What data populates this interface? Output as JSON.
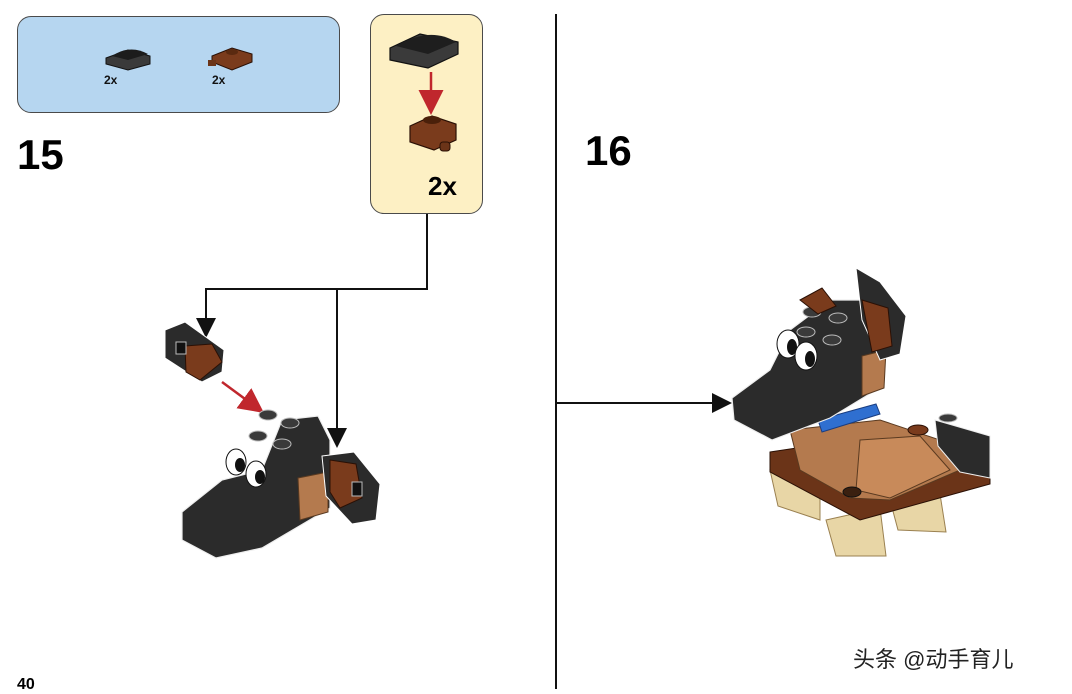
{
  "parts_list": {
    "items": [
      {
        "part": "black curved slope",
        "qty": "2x",
        "color": "#2b2b2b"
      },
      {
        "part": "brown plate with clip",
        "qty": "2x",
        "color": "#6b3418"
      }
    ]
  },
  "steps": [
    {
      "number": "15"
    },
    {
      "number": "16"
    }
  ],
  "sub_assembly": {
    "multiplier": "2x"
  },
  "page": {
    "number": "40"
  },
  "watermark": "头条 @动手育儿",
  "colors": {
    "parts_bg": "#b6d6f0",
    "sub_bg": "#fdf0c4",
    "brick_black": "#2b2b2b",
    "brick_brown": "#6b3418",
    "brick_tan": "#b47a4e",
    "brick_beige": "#e8d6a6",
    "accent_blue": "#2f6fd0",
    "arrow_red": "#c0272d"
  }
}
